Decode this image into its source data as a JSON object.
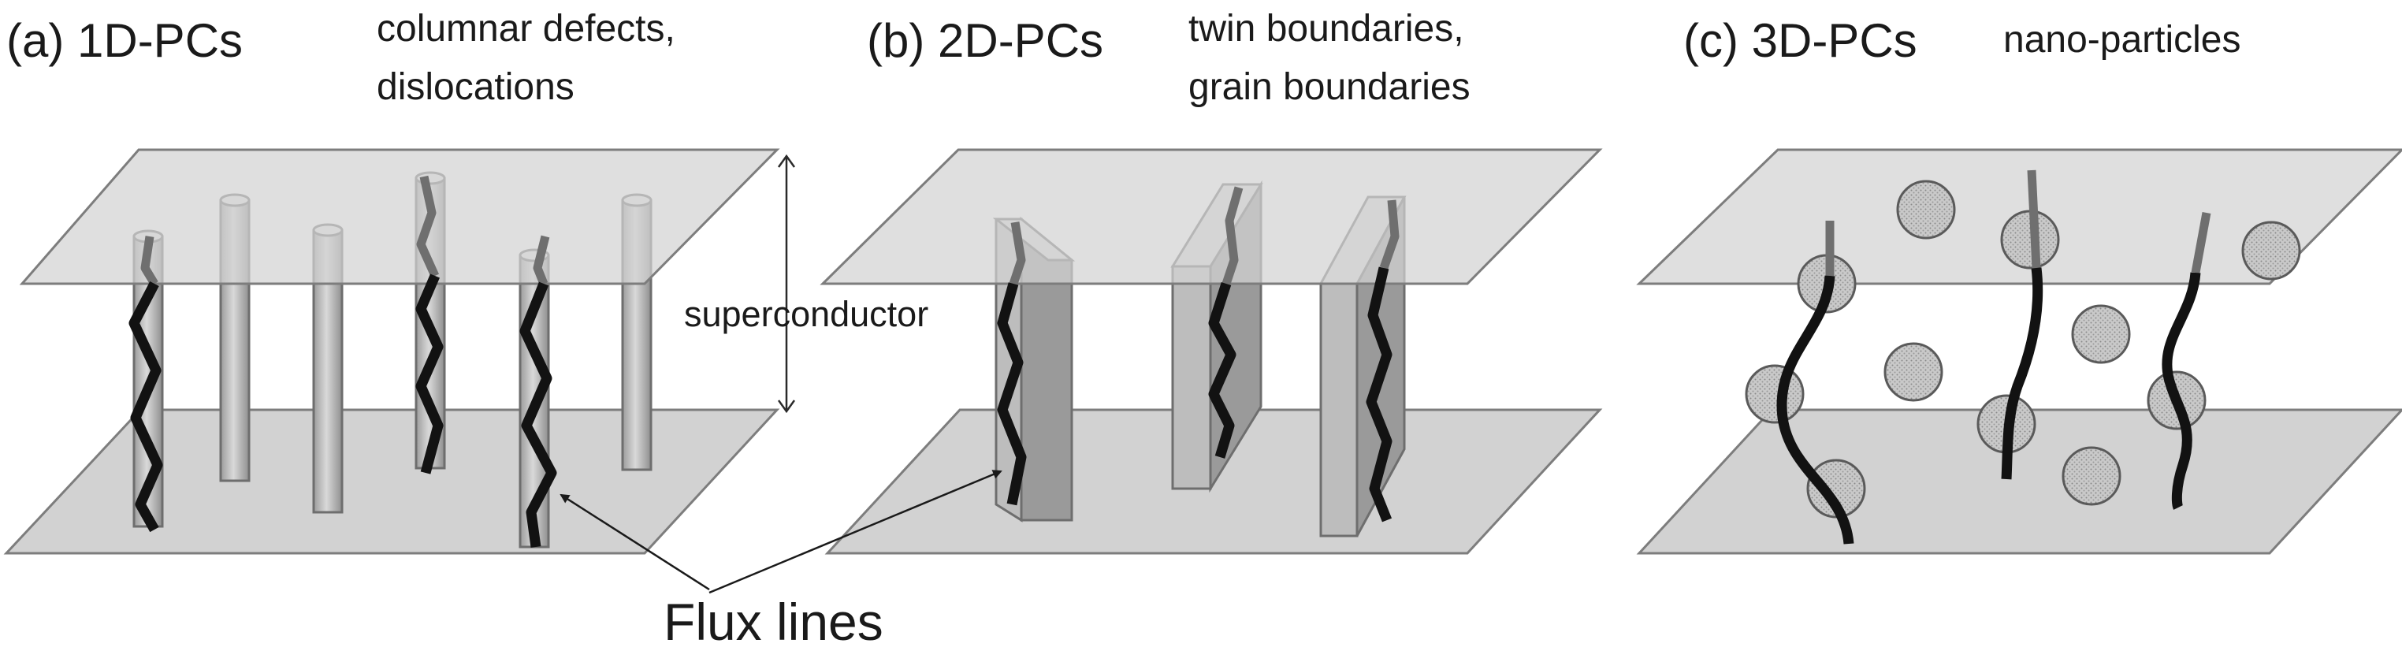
{
  "panels": [
    {
      "tag": "(a) 1D-PCs",
      "desc_line1": "columnar defects,",
      "desc_line2": "dislocations"
    },
    {
      "tag": "(b) 2D-PCs",
      "desc_line1": "twin boundaries,",
      "desc_line2": "grain boundaries"
    },
    {
      "tag": "(c) 3D-PCs",
      "desc_line1": "nano-particles",
      "desc_line2": ""
    }
  ],
  "labels": {
    "superconductor": "superconductor",
    "flux_lines": "Flux lines"
  },
  "colors": {
    "plane_fill": "#d2d2d2",
    "defect_gray": "#bdbdbd",
    "flux_line": "#121212"
  }
}
